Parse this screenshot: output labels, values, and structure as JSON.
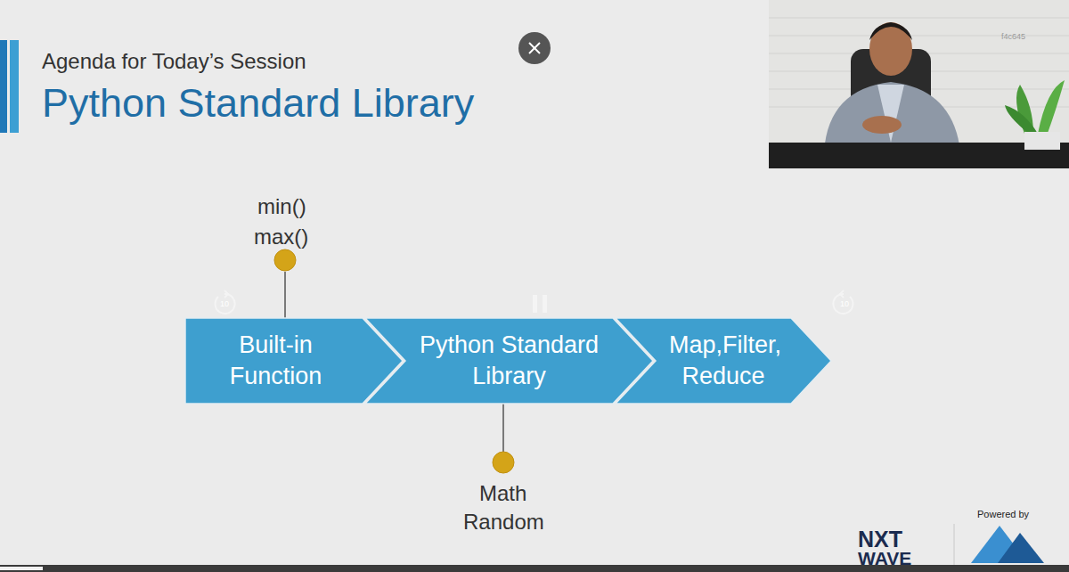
{
  "diagram": {
    "title": "Python Standard Library",
    "nodes": [
      {
        "text": [
          "Built-in Function"
        ]
      },
      {
        "text": [
          "Python Standard Library"
        ]
      },
      {
        "text": [
          "Map,Filter, Reduce"
        ]
      }
    ],
    "labels": [
      "Agenda for Today’s Session",
      "min()",
      "max()",
      "Math",
      "Random",
      "10",
      "10",
      "f4c645",
      "Powered by",
      "NXT",
      "WAVE"
    ]
  }
}
